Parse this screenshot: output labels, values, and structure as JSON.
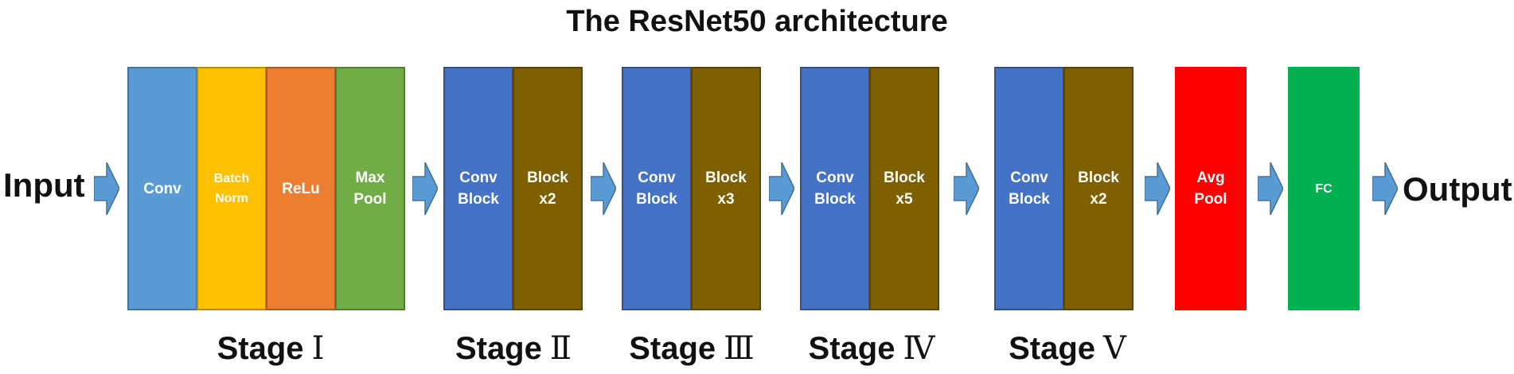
{
  "title": "The ResNet50 architecture",
  "input_label": "Input",
  "output_label": "Output",
  "stage1": {
    "conv": "Conv",
    "batch_norm": "Batch\nNorm",
    "relu": "ReLu",
    "max_pool": "Max\nPool",
    "label": "Stage",
    "numeral": "Ⅰ"
  },
  "stage2": {
    "conv_block": "Conv\nBlock",
    "block": "Block\nx2",
    "label": "Stage",
    "numeral": "Ⅱ"
  },
  "stage3": {
    "conv_block": "Conv\nBlock",
    "block": "Block\nx3",
    "label": "Stage",
    "numeral": "Ⅲ"
  },
  "stage4": {
    "conv_block": "Conv\nBlock",
    "block": "Block\nx5",
    "label": "Stage",
    "numeral": "Ⅳ"
  },
  "stage5": {
    "conv_block": "Conv\nBlock",
    "block": "Block\nx2",
    "label": "Stage",
    "numeral": "Ⅴ"
  },
  "avg_pool": "Avg\nPool",
  "fc": "FC",
  "colors": {
    "conv": "#5b9bd5",
    "batch_norm": "#ffc000",
    "relu": "#ed7d31",
    "max_pool": "#70ad47",
    "conv_block": "#4472c4",
    "block": "#7f6000",
    "avg_pool": "#ff0000",
    "fc": "#00b050",
    "arrow": "#5b9bd5"
  }
}
